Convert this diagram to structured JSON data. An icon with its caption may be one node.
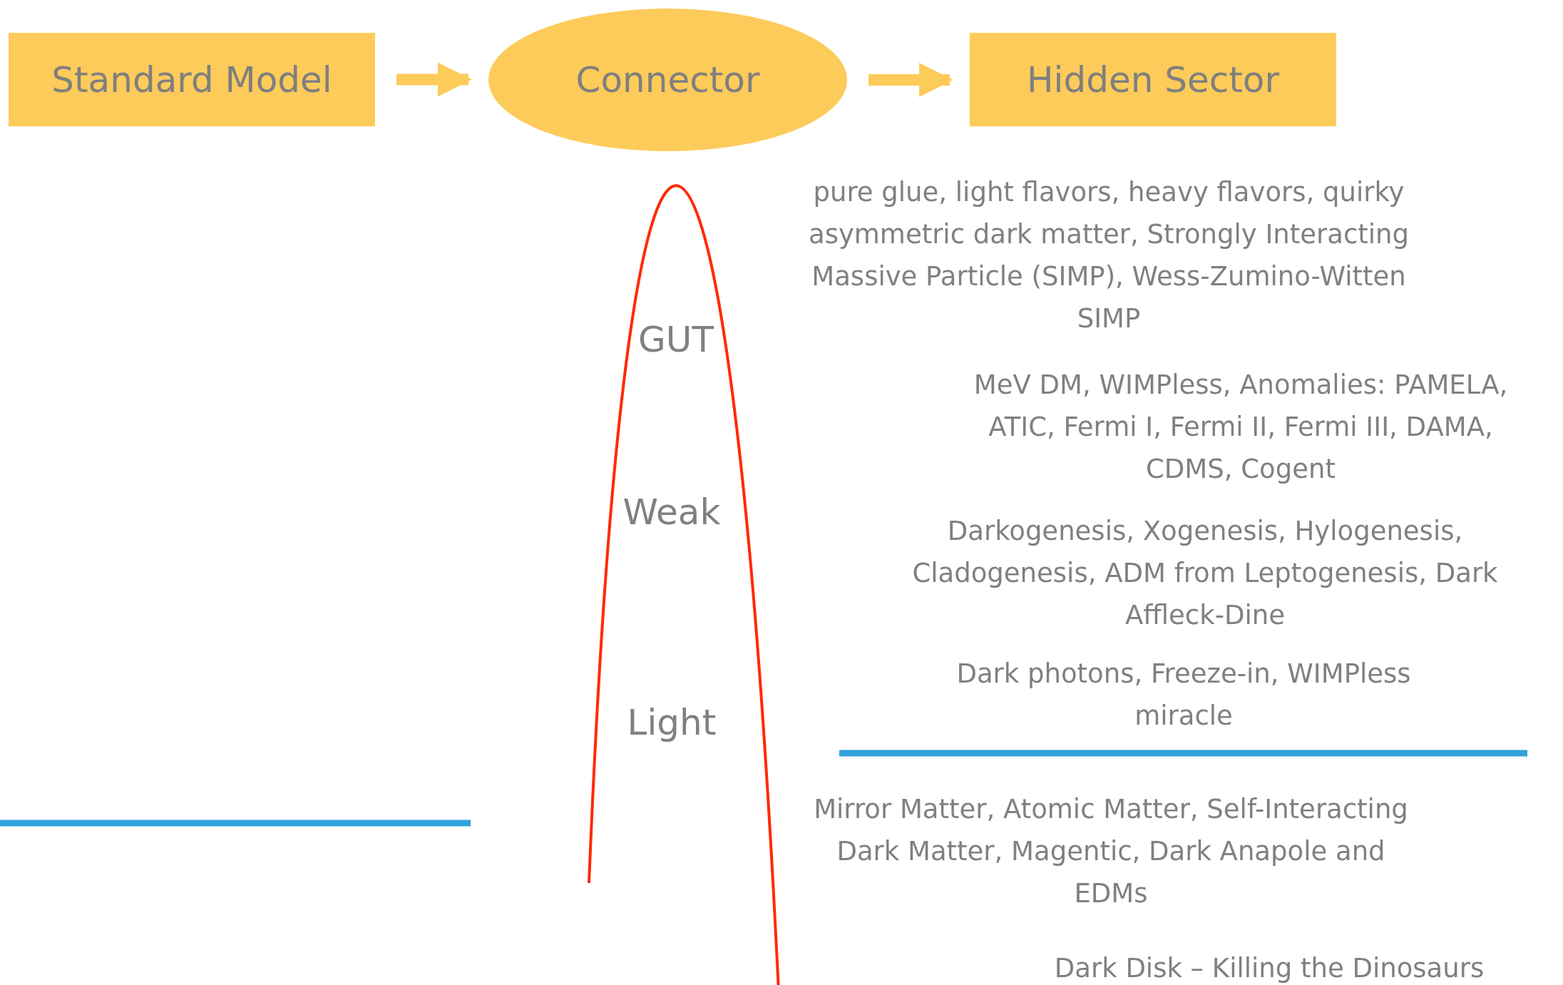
{
  "diagram": {
    "nodes": [
      {
        "text": [
          "Standard Model"
        ]
      },
      {
        "text": [
          "Connector"
        ]
      },
      {
        "text": [
          "Hidden Sector"
        ]
      }
    ],
    "edges": [
      {
        "from": 0,
        "to": 1,
        "arrow": "to"
      },
      {
        "from": 1,
        "to": 2,
        "arrow": "to"
      }
    ],
    "labels": [
      "GUT",
      "Weak",
      "Light",
      "pure glue, light flavors, heavy flavors, quirky asymmetric dark matter, Strongly Interacting Massive Particle (SIMP), Wess-Zumino-Witten SIMP",
      "MeV DM, WIMPless, Anomalies: PAMELA, ATIC, Fermi I, Fermi II, Fermi III, DAMA, CDMS, Cogent",
      "Darkogenesis, Xogenesis, Hylogenesis, Cladogenesis, ADM from Leptogenesis, Dark Affleck-Dine",
      "Dark photons, Freeze-in, WIMPless miracle",
      "Mirror Matter, Atomic Matter, Self-Interacting Dark Matter, Magentic, Dark Anapole and EDMs",
      "Dark Disk – Killing the Dinosaurs"
    ]
  }
}
